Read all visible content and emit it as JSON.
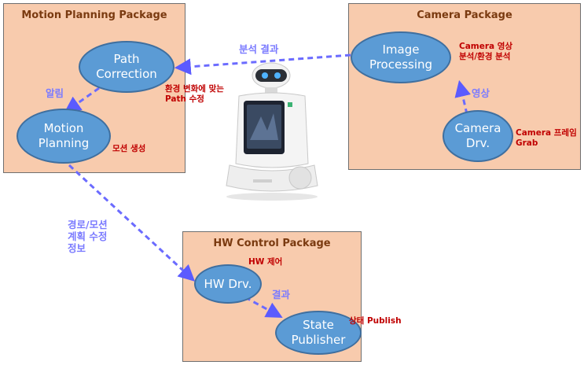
{
  "packages": {
    "motion": {
      "title": "Motion Planning Package"
    },
    "camera": {
      "title": "Camera Package"
    },
    "hw": {
      "title": "HW Control Package"
    }
  },
  "nodes": {
    "path_correction": "Path\nCorrection",
    "motion_planning": "Motion\nPlanning",
    "image_processing": "Image\nProcessing",
    "camera_drv": "Camera\nDrv.",
    "hw_drv": "HW Drv.",
    "state_publisher": "State\nPublisher"
  },
  "notes": {
    "path_correction": "환경 변화에 맞는\nPath 수정",
    "motion_planning": "모션 생성",
    "image_processing": "Camera 영상\n분석/환경 분석",
    "camera_drv": "Camera 프레임\nGrab",
    "hw_drv": "HW 제어",
    "state_publisher": "상태 Publish"
  },
  "edge_labels": {
    "analysis_result": "분석 결과",
    "notify": "알림",
    "image": "영상",
    "path_motion_info": "경로/모션\n계획 수정\n정보",
    "result": "결과"
  },
  "colors": {
    "package_fill": "#f8cbad",
    "node_fill": "#5b9bd5",
    "arrow": "#6b6bff",
    "note_text": "#c00000"
  }
}
